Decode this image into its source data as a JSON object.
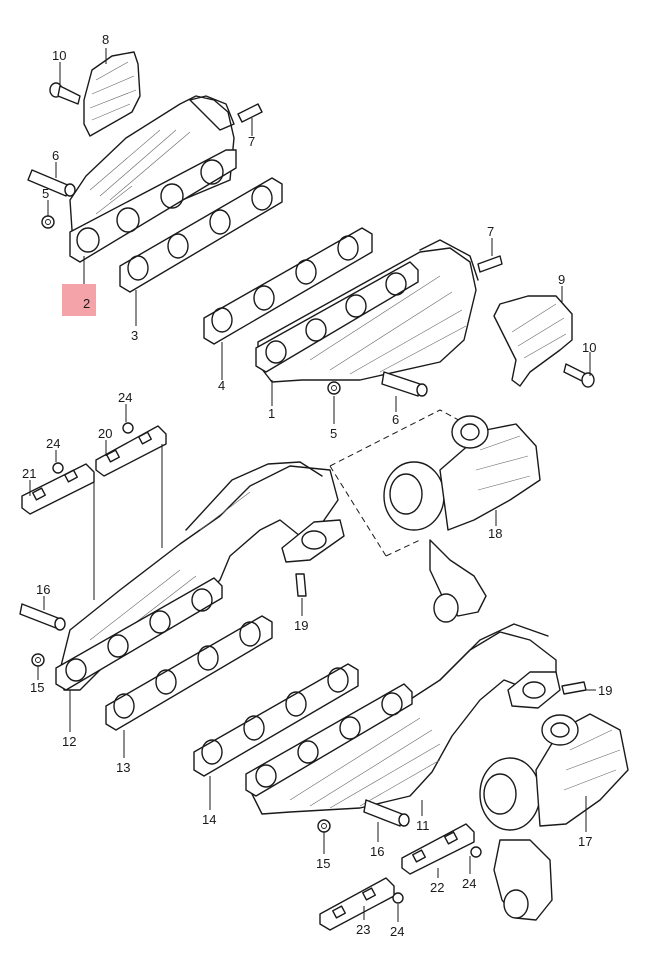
{
  "highlight_color": "#f4a3a8",
  "line_color": "#1a1a1a",
  "highlighted_callout": "2",
  "callouts": {
    "c10a": "10",
    "c8": "8",
    "c7a": "7",
    "c6a": "6",
    "c5a": "5",
    "c2": "2",
    "c3": "3",
    "c7b": "7",
    "c9": "9",
    "c10b": "10",
    "c4": "4",
    "c1": "1",
    "c5b": "5",
    "c6b": "6",
    "c18": "18",
    "c24a": "24",
    "c20": "20",
    "c24b": "24",
    "c21": "21",
    "c16a": "16",
    "c15a": "15",
    "c12": "12",
    "c13": "13",
    "c19a": "19",
    "c19b": "19",
    "c14": "14",
    "c15b": "15",
    "c16b": "16",
    "c11": "11",
    "c17": "17",
    "c22": "22",
    "c24c": "24",
    "c23": "23",
    "c24d": "24"
  }
}
